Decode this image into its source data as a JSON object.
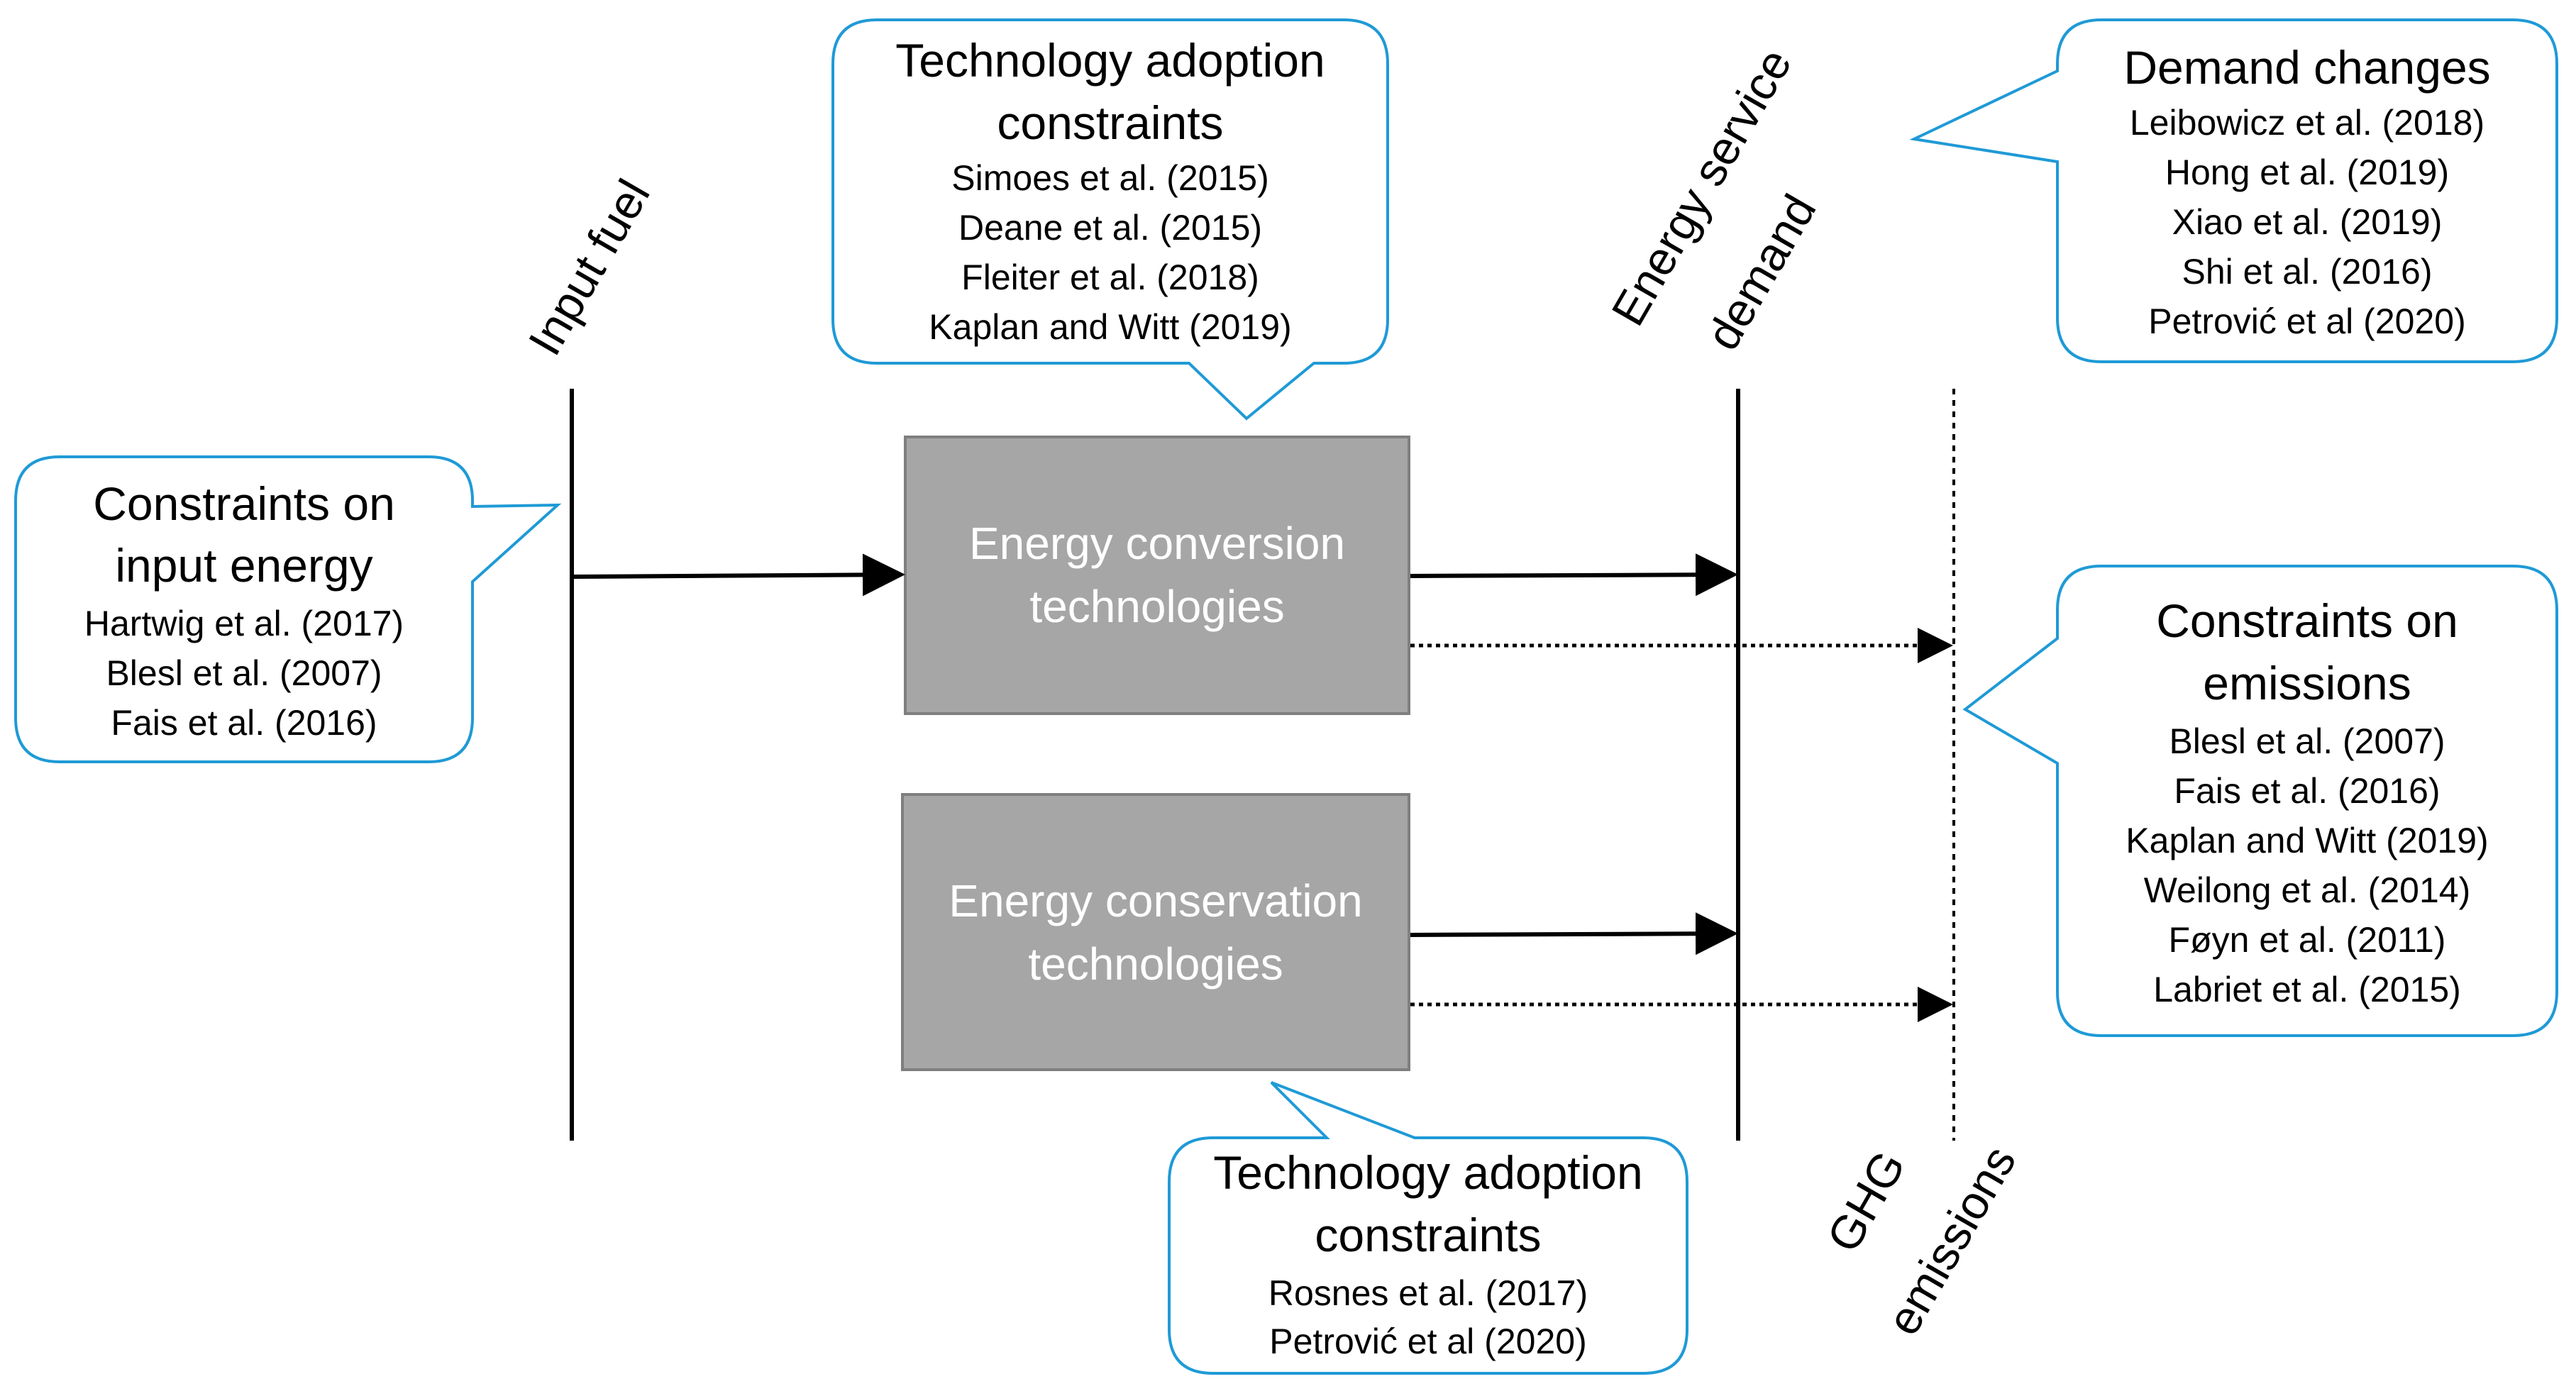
{
  "axes": {
    "input_fuel": "Input fuel",
    "energy_service_demand": [
      "Energy service",
      "demand"
    ],
    "ghg_emissions": [
      "GHG",
      "emissions"
    ]
  },
  "boxes": {
    "conversion": [
      "Energy conversion",
      "technologies"
    ],
    "conservation": [
      "Energy conservation",
      "technologies"
    ]
  },
  "callouts": {
    "input_energy": {
      "title": [
        "Constraints on",
        "input energy"
      ],
      "refs": [
        "Hartwig et al. (2017)",
        "Blesl et al. (2007)",
        "Fais et al. (2016)"
      ]
    },
    "adoption_top": {
      "title": [
        "Technology adoption",
        "constraints"
      ],
      "refs": [
        "Simoes et al. (2015)",
        "Deane et al. (2015)",
        "Fleiter et al. (2018)",
        "Kaplan and Witt (2019)"
      ]
    },
    "demand": {
      "title": [
        "Demand changes"
      ],
      "refs": [
        "Leibowicz et al. (2018)",
        "Hong et al. (2019)",
        "Xiao et al. (2019)",
        "Shi et al. (2016)",
        "Petrović et al (2020)"
      ]
    },
    "emissions": {
      "title": [
        "Constraints on",
        "emissions"
      ],
      "refs": [
        "Blesl et al. (2007)",
        "Fais et al. (2016)",
        "Kaplan and Witt (2019)",
        "Weilong et al. (2014)",
        "Føyn et al. (2011)",
        "Labriet et al. (2015)"
      ]
    },
    "adoption_bottom": {
      "title": [
        "Technology adoption",
        "constraints"
      ],
      "refs": [
        "Rosnes et al. (2017)",
        "Petrović et al (2020)"
      ]
    }
  },
  "colors": {
    "callout_border": "#1f9ad6",
    "box_fill": "#a6a6a6",
    "box_border": "#7f7f7f",
    "line": "#000000"
  }
}
